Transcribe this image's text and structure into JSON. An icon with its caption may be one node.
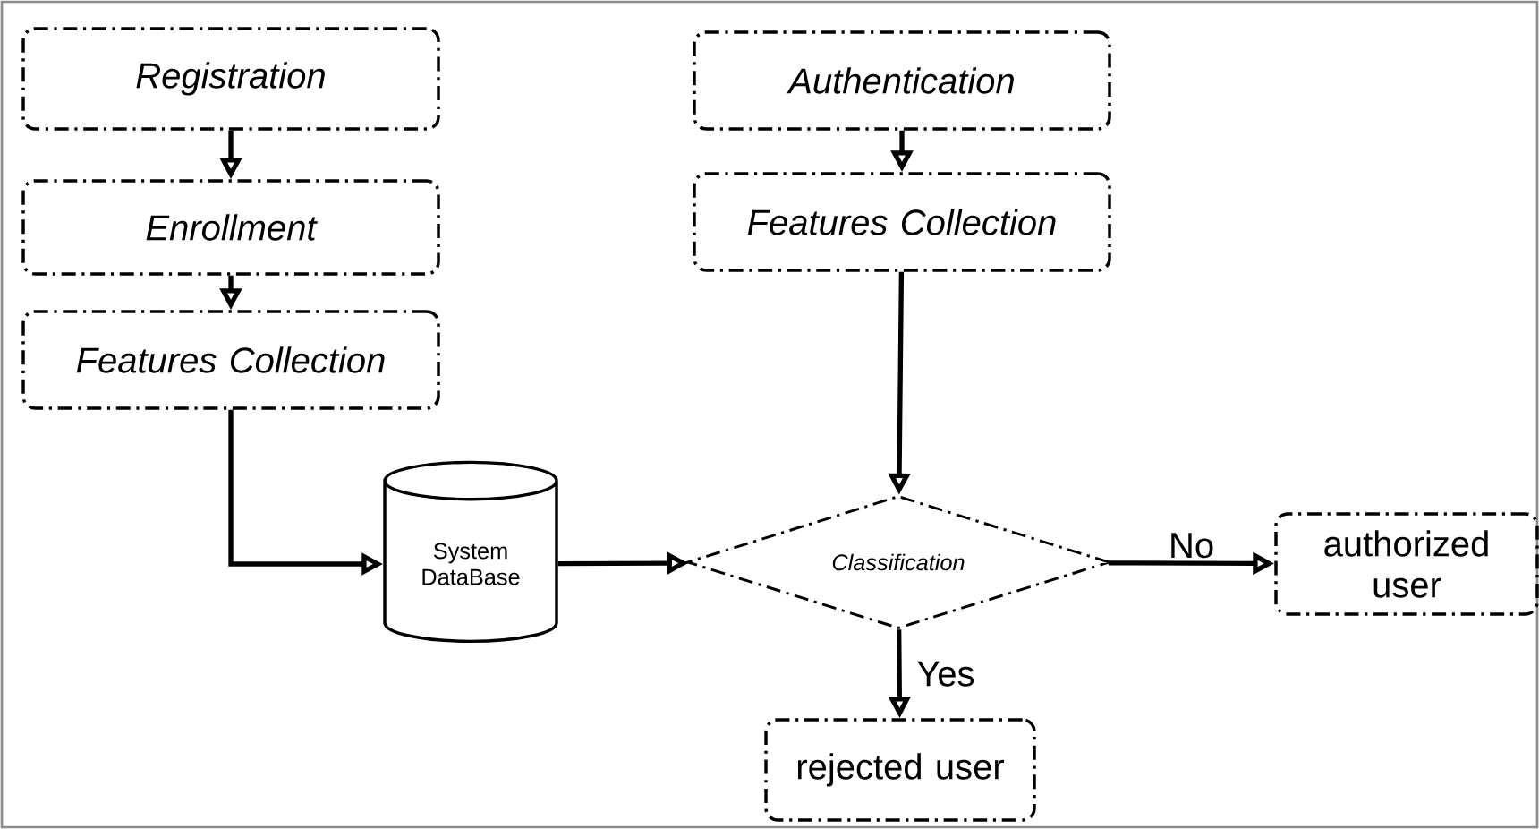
{
  "diagram": {
    "nodes": [
      {
        "text": [
          "Registration"
        ]
      },
      {
        "text": [
          "Enrollment"
        ]
      },
      {
        "text": [
          "Features Collection"
        ]
      },
      {
        "text": [
          "Authentication"
        ]
      },
      {
        "text": [
          "Features Collection"
        ]
      },
      {
        "text": [
          "System DataBase"
        ]
      },
      {
        "text": [
          "Classification"
        ]
      },
      {
        "text": [
          "authorized user"
        ]
      },
      {
        "text": [
          "rejected user"
        ]
      }
    ],
    "edges": [
      {
        "from": 0,
        "to": 1,
        "arrow": "to"
      },
      {
        "from": 1,
        "to": 2,
        "arrow": "to"
      },
      {
        "from": 2,
        "to": 5,
        "arrow": "to"
      },
      {
        "from": 3,
        "to": 4,
        "arrow": "to"
      },
      {
        "from": 4,
        "to": 6,
        "arrow": "to"
      },
      {
        "from": 5,
        "to": 6,
        "arrow": "to"
      },
      {
        "from": 6,
        "to": 7,
        "arrow": "to",
        "label": "No"
      },
      {
        "from": 6,
        "to": 8,
        "arrow": "to",
        "label": "Yes"
      }
    ]
  }
}
